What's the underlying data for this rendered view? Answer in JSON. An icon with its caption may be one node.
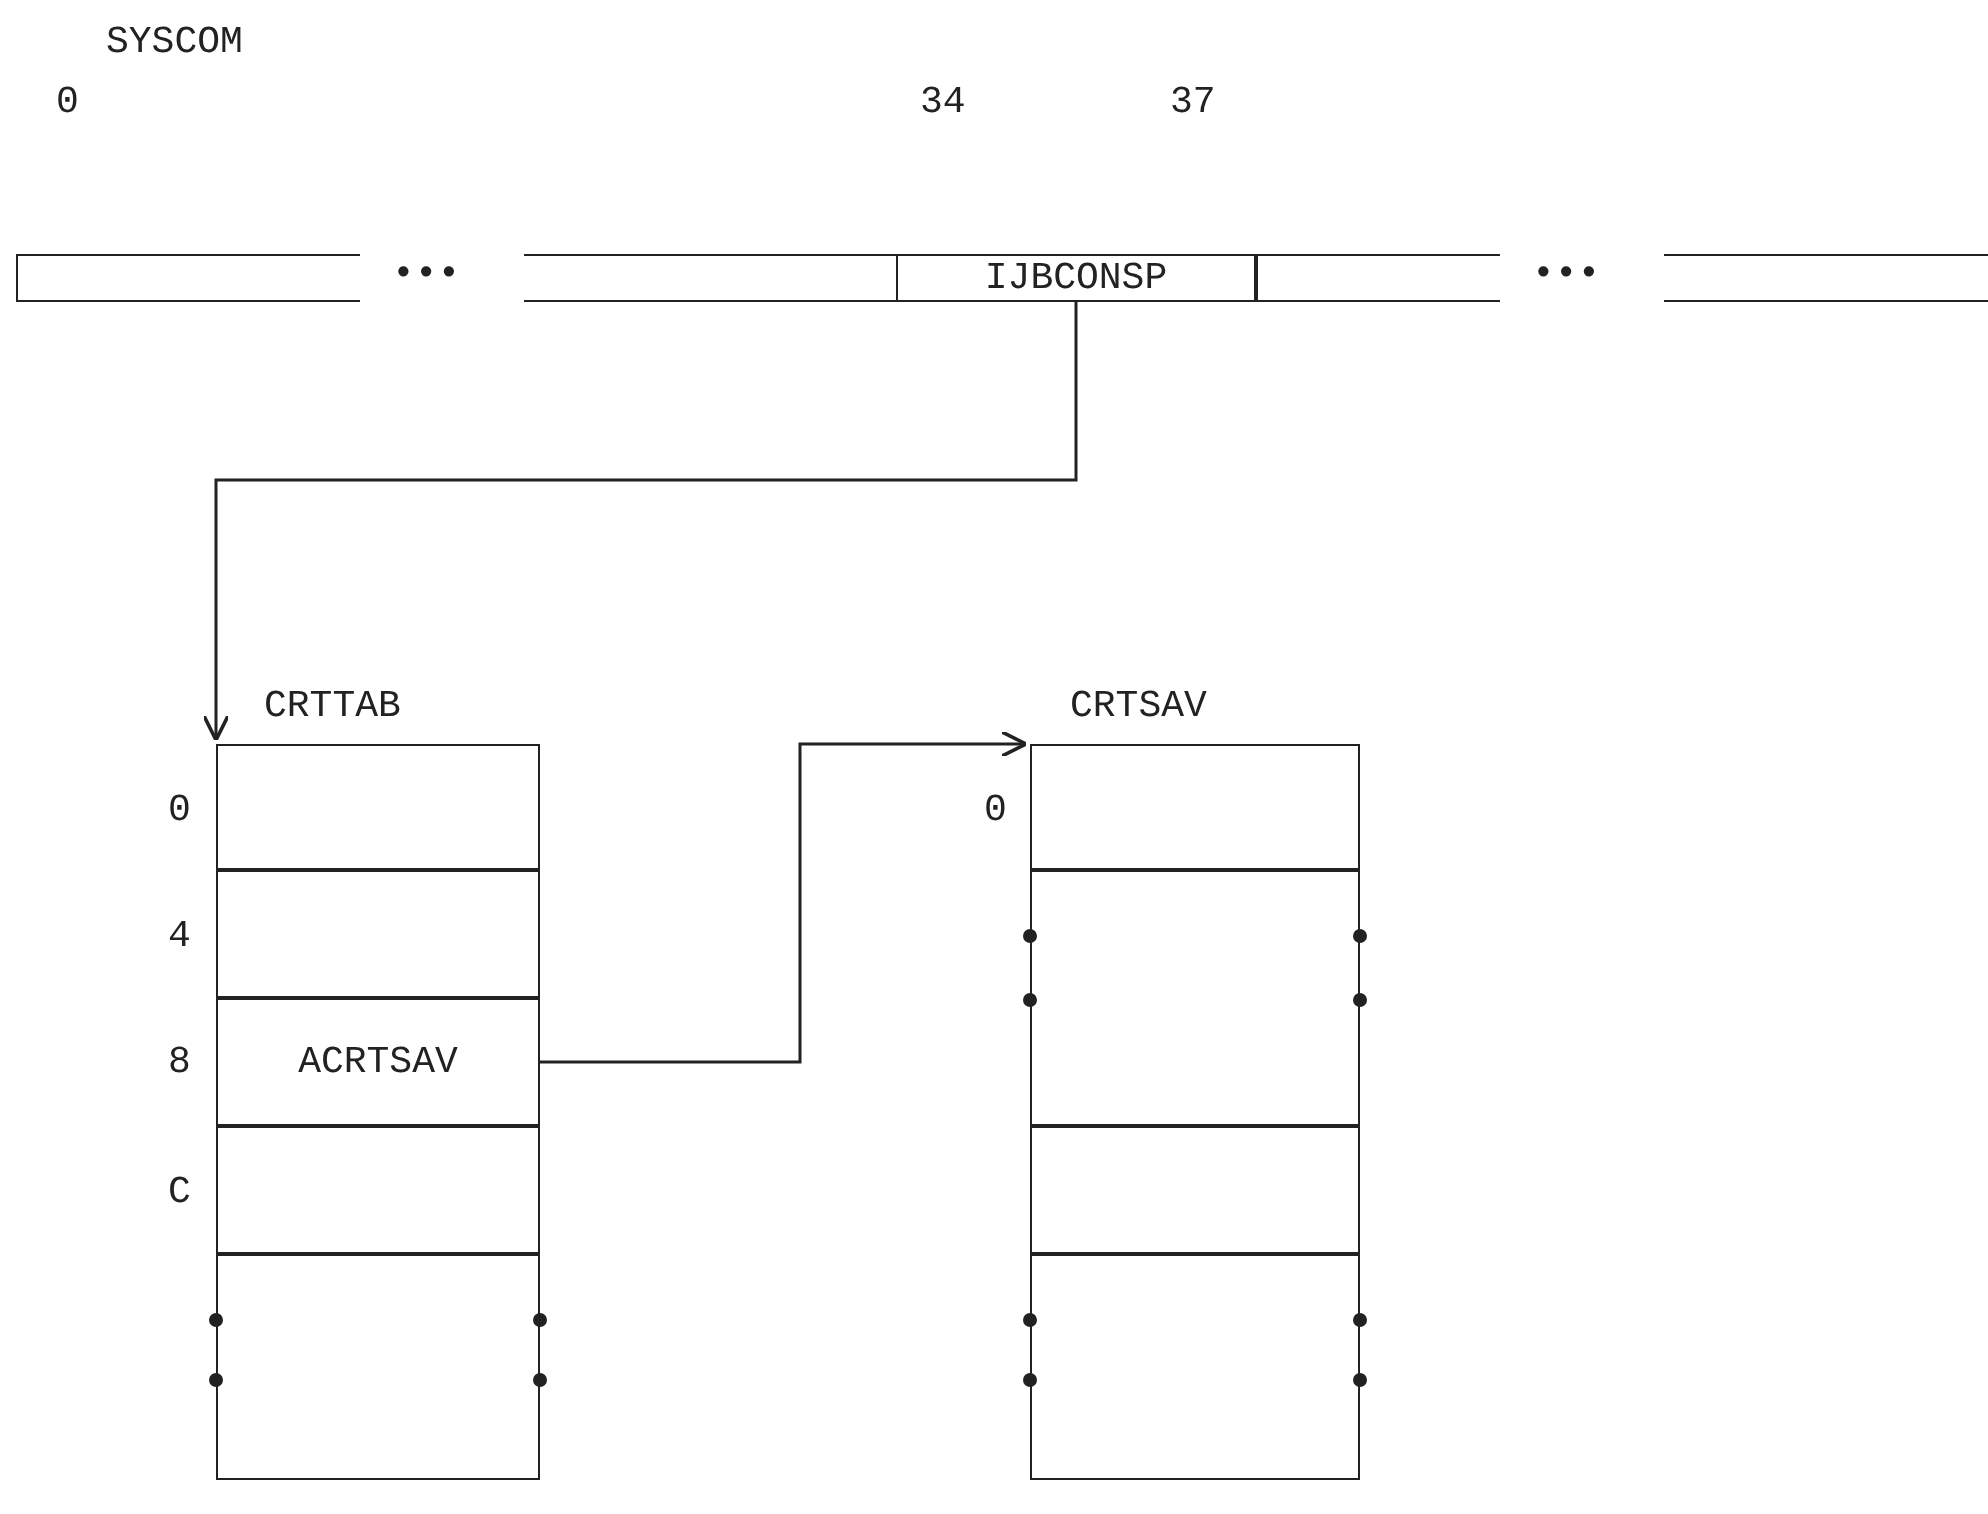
{
  "diagram": {
    "nodes": [
      {
        "text": [],
        "shape": "box"
      },
      {
        "text": [],
        "shape": "box"
      },
      {
        "text": [
          "IJBCONSP"
        ]
      },
      {
        "text": [],
        "shape": "box"
      },
      {
        "text": [],
        "shape": "box"
      },
      {
        "text": [],
        "shape": "box"
      },
      {
        "text": [],
        "shape": "box"
      },
      {
        "text": [
          "ACRTSAV"
        ]
      },
      {
        "text": [],
        "shape": "box"
      },
      {
        "text": [],
        "shape": "box"
      },
      {
        "text": [],
        "shape": "box"
      },
      {
        "text": [],
        "shape": "box"
      },
      {
        "text": [],
        "shape": "box"
      },
      {
        "text": [],
        "shape": "box"
      }
    ],
    "edges": [
      {
        "from": 2,
        "to": 5,
        "arrow": "to"
      },
      {
        "from": 7,
        "to": 10,
        "arrow": "to"
      }
    ],
    "labels": [
      "SYSCOM",
      "0",
      "34",
      "37",
      "•••",
      "•••",
      "CRTTAB",
      "0",
      "4",
      "8",
      "C",
      "CRTSAV",
      "0"
    ]
  }
}
